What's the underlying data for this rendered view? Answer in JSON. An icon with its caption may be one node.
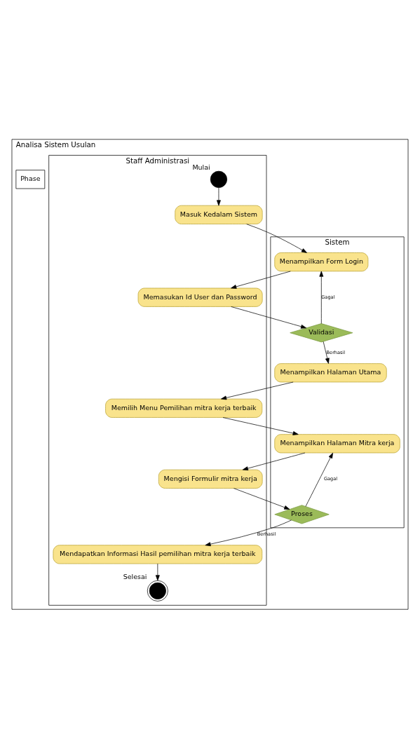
{
  "diagram": {
    "nodes": [
      {
        "text": [
          "Analisa Sistem Usulan"
        ]
      },
      {
        "text": [
          "Phase"
        ],
        "in": 0
      },
      {
        "text": [
          "Staff Administrasi"
        ],
        "in": 0
      },
      {
        "text": [
          "Sistem"
        ],
        "in": 0
      },
      {
        "text": [],
        "shape": "circle",
        "beside": [
          "Mulai"
        ],
        "in": 2
      },
      {
        "text": [
          "Masuk Kedalam Sistem"
        ],
        "in": 2
      },
      {
        "text": [
          "Menampilkan Form Login"
        ],
        "in": 3
      },
      {
        "text": [
          "Memasukan Id User dan Password"
        ],
        "in": 2
      },
      {
        "text": [
          "Validasi"
        ],
        "in": 3
      },
      {
        "text": [
          "Menampilkan Halaman Utama"
        ],
        "in": 3
      },
      {
        "text": [
          "Memilih Menu Pemilihan mitra kerja terbaik"
        ],
        "in": 2
      },
      {
        "text": [
          "Menampilkan Halaman Mitra kerja"
        ],
        "in": 3
      },
      {
        "text": [
          "Mengisi Formulir mitra kerja"
        ],
        "in": 2
      },
      {
        "text": [
          "Proses"
        ],
        "in": 3
      },
      {
        "text": [
          "Mendapatkan Informasi Hasil pemilihan mitra kerja terbaik"
        ],
        "in": 2
      },
      {
        "text": [],
        "shape": "circle",
        "beside": [
          "Selesai"
        ],
        "in": 2
      }
    ],
    "edges": [
      {
        "from": 4,
        "to": 5,
        "arrow": "to"
      },
      {
        "from": 5,
        "to": 6,
        "arrow": "to"
      },
      {
        "from": 6,
        "to": 7,
        "arrow": "to"
      },
      {
        "from": 7,
        "to": 8,
        "arrow": "to"
      },
      {
        "from": 8,
        "to": 6,
        "arrow": "to",
        "label": "Gagal"
      },
      {
        "from": 8,
        "to": 9,
        "arrow": "to",
        "label": "Berhasil"
      },
      {
        "from": 9,
        "to": 10,
        "arrow": "to"
      },
      {
        "from": 10,
        "to": 11,
        "arrow": "to"
      },
      {
        "from": 11,
        "to": 12,
        "arrow": "to"
      },
      {
        "from": 12,
        "to": 13,
        "arrow": "to"
      },
      {
        "from": 13,
        "to": 11,
        "arrow": "to",
        "label": "Gagal"
      },
      {
        "from": 13,
        "to": 14,
        "arrow": "to",
        "label": "Berhasil"
      },
      {
        "from": 14,
        "to": 15,
        "arrow": "to"
      }
    ]
  }
}
